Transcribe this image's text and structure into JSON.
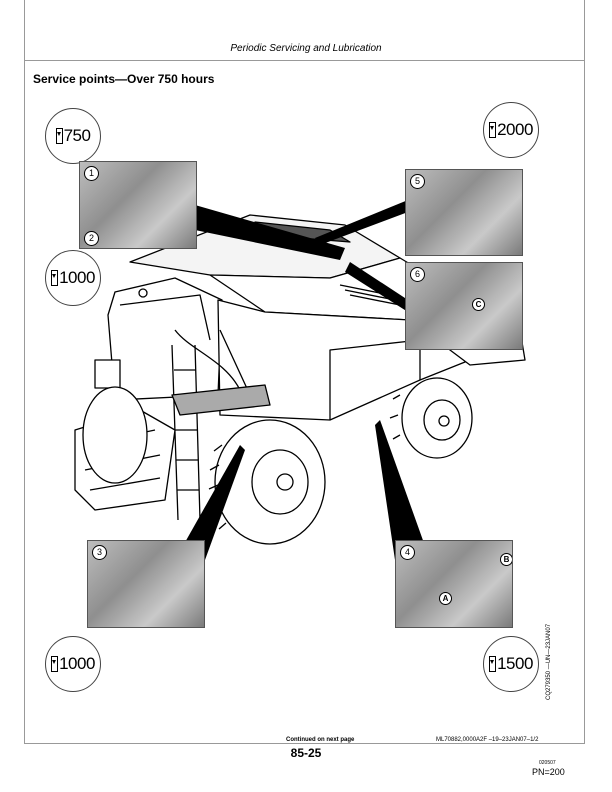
{
  "header": {
    "title": "Periodic Servicing and Lubrication"
  },
  "section": {
    "title": "Service points—Over 750 hours"
  },
  "hour_markers": [
    "750",
    "2000",
    "1000",
    "1000",
    "1500"
  ],
  "photos": [
    {
      "numbers": [
        "1",
        "2"
      ]
    },
    {
      "numbers": [
        "5"
      ]
    },
    {
      "numbers": [
        "6"
      ],
      "callouts": [
        "C"
      ]
    },
    {
      "numbers": [
        "3"
      ]
    },
    {
      "numbers": [
        "4"
      ],
      "callouts": [
        "A",
        "B"
      ]
    }
  ],
  "side_code": "CQ279350 —UN—23JAN07",
  "footer": {
    "continued": "Continued on next page",
    "reference": "ML70882,0000A2F  –19–23JAN07–1/2",
    "page_number": "85-25",
    "code": "020507",
    "pn": "PN=200"
  }
}
